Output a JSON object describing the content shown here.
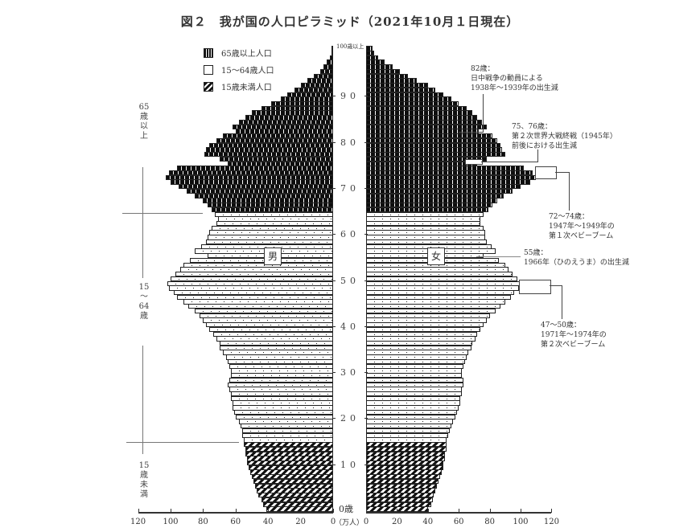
{
  "title": "図２　我が国の人口ピラミッド（2021年10月１日現在）",
  "legend": [
    {
      "key": "old",
      "label": "65歳以上人口"
    },
    {
      "key": "work",
      "label": "15～64歳人口"
    },
    {
      "key": "young",
      "label": "15歳未満人口"
    }
  ],
  "labels": {
    "male": "男",
    "female": "女",
    "unit": "（万人）",
    "top_age": "100歳以上",
    "zero_age": "0歳",
    "side_old": [
      "65",
      "歳",
      "以",
      "上"
    ],
    "side_work": [
      "15",
      "～",
      "64",
      "歳"
    ],
    "side_young": [
      "15",
      "歳",
      "未",
      "満"
    ]
  },
  "annotations": [
    {
      "id": "a82",
      "lines": [
        "82歳：",
        "日中戦争の動員による",
        "1938年～1939年の出生減"
      ]
    },
    {
      "id": "a75",
      "lines": [
        "75、76歳：",
        "第２次世界大戦終戦（1945年）",
        "前後における出生減"
      ]
    },
    {
      "id": "a72",
      "lines": [
        "72～74歳：",
        "1947年～1949年の",
        "第１次ベビーブーム"
      ]
    },
    {
      "id": "a55",
      "lines": [
        "55歳：",
        "1966年（ひのえうま）の出生減"
      ]
    },
    {
      "id": "a47",
      "lines": [
        "47～50歳：",
        "1971年～1974年の",
        "第２次ベビーブーム"
      ]
    }
  ],
  "chart_data": {
    "type": "bar",
    "subtype": "population-pyramid",
    "title": "図２　我が国の人口ピラミッド（2021年10月１日現在）",
    "xlabel": "（万人）",
    "ylabel": "年齢",
    "x_ticks": [
      0,
      20,
      40,
      60,
      80,
      100,
      120
    ],
    "xlim": [
      0,
      120
    ],
    "y_ticks": [
      0,
      10,
      20,
      30,
      40,
      50,
      60,
      70,
      80,
      90,
      "100歳以上"
    ],
    "groups": {
      "young": [
        0,
        14
      ],
      "work": [
        15,
        64
      ],
      "old": [
        65,
        100
      ]
    },
    "ages": [
      0,
      1,
      2,
      3,
      4,
      5,
      6,
      7,
      8,
      9,
      10,
      11,
      12,
      13,
      14,
      15,
      16,
      17,
      18,
      19,
      20,
      21,
      22,
      23,
      24,
      25,
      26,
      27,
      28,
      29,
      30,
      31,
      32,
      33,
      34,
      35,
      36,
      37,
      38,
      39,
      40,
      41,
      42,
      43,
      44,
      45,
      46,
      47,
      48,
      49,
      50,
      51,
      52,
      53,
      54,
      55,
      56,
      57,
      58,
      59,
      60,
      61,
      62,
      63,
      64,
      65,
      66,
      67,
      68,
      69,
      70,
      71,
      72,
      73,
      74,
      75,
      76,
      77,
      78,
      79,
      80,
      81,
      82,
      83,
      84,
      85,
      86,
      87,
      88,
      89,
      90,
      91,
      92,
      93,
      94,
      95,
      96,
      97,
      98,
      99,
      100
    ],
    "series": [
      {
        "name": "男",
        "values": [
          41,
          43,
          44,
          46,
          47,
          48,
          49,
          50,
          51,
          52,
          53,
          53,
          54,
          54,
          55,
          55,
          56,
          56,
          57,
          58,
          60,
          61,
          62,
          62,
          63,
          63,
          64,
          65,
          64,
          63,
          63,
          64,
          65,
          66,
          68,
          70,
          70,
          72,
          74,
          76,
          78,
          80,
          82,
          85,
          89,
          92,
          96,
          98,
          101,
          102,
          100,
          97,
          94,
          92,
          88,
          77,
          85,
          81,
          78,
          77,
          76,
          75,
          72,
          71,
          73,
          75,
          77,
          80,
          85,
          90,
          95,
          100,
          103,
          101,
          96,
          65,
          70,
          79,
          78,
          76,
          72,
          68,
          60,
          62,
          58,
          54,
          50,
          44,
          38,
          32,
          28,
          24,
          20,
          16,
          12,
          8,
          6,
          4,
          2,
          1,
          1
        ]
      },
      {
        "name": "女",
        "values": [
          40,
          42,
          43,
          44,
          45,
          46,
          47,
          48,
          49,
          50,
          50,
          51,
          51,
          52,
          52,
          52,
          53,
          54,
          55,
          56,
          58,
          59,
          60,
          61,
          61,
          62,
          62,
          63,
          63,
          62,
          62,
          63,
          64,
          65,
          66,
          68,
          69,
          71,
          72,
          74,
          76,
          78,
          80,
          84,
          87,
          90,
          94,
          96,
          99,
          100,
          98,
          95,
          92,
          90,
          86,
          76,
          84,
          81,
          78,
          77,
          77,
          76,
          74,
          74,
          76,
          79,
          82,
          85,
          89,
          95,
          100,
          106,
          110,
          108,
          102,
          72,
          78,
          90,
          88,
          87,
          85,
          82,
          73,
          78,
          75,
          72,
          69,
          65,
          60,
          55,
          50,
          45,
          40,
          33,
          27,
          22,
          17,
          12,
          8,
          5,
          4
        ]
      }
    ]
  }
}
